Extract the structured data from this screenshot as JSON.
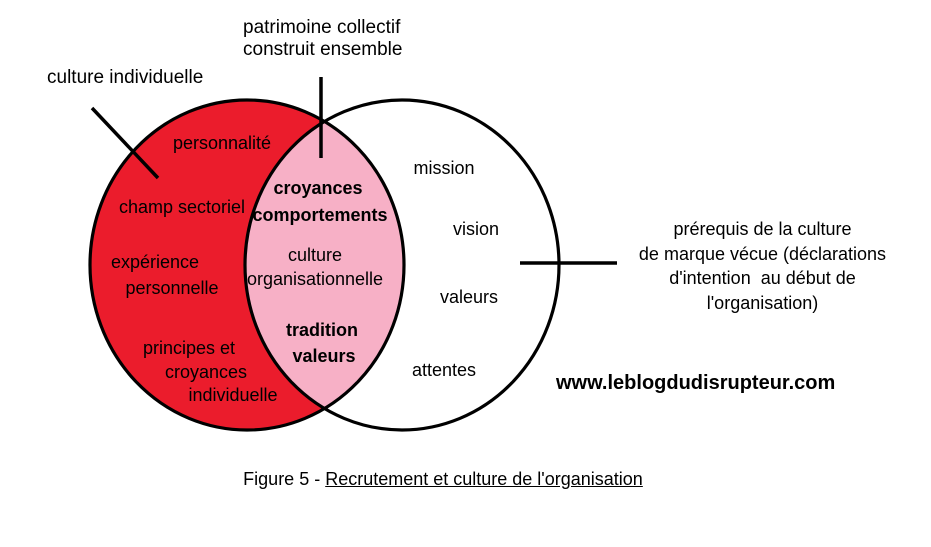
{
  "colors": {
    "red": "#EB1C2C",
    "pink": "#F7B0C6",
    "white": "#FFFFFF",
    "line": "#000000"
  },
  "annotations": {
    "top_center": "patrimoine collectif\nconstruit ensemble",
    "top_left": "culture individuelle",
    "right_block": "prérequis de la culture\nde marque vécue (déclarations\nd'intention  au début de\nl'organisation)",
    "website": "www.leblogdudisrupteur.com"
  },
  "left_circle": {
    "line1": "personnalité",
    "line2": "champ sectoriel",
    "line3": "expérience",
    "line4": "personnelle",
    "line5": "principes et",
    "line6": "croyances",
    "line7": "individuelle"
  },
  "overlap": {
    "bold1": "croyances",
    "bold2": "comportements",
    "mid1": "culture",
    "mid2": "organisationnelle",
    "bold3": "tradition",
    "bold4": "valeurs"
  },
  "right_circle": {
    "line1": "mission",
    "line2": "vision",
    "line3": "valeurs",
    "line4": "attentes"
  },
  "caption": {
    "prefix": "Figure 5 - ",
    "title": "Recrutement et culture de l'organisation"
  }
}
